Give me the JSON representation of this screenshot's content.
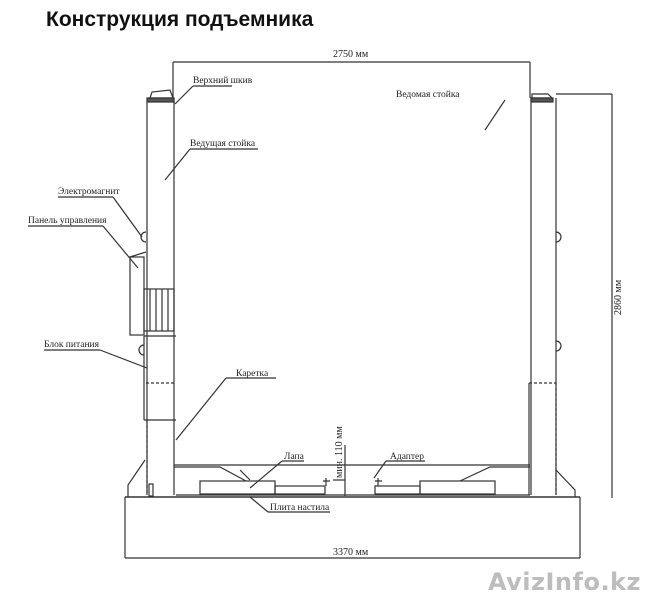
{
  "title": "Конструкция подъемника",
  "dimensions": {
    "width_top": "2750 мм",
    "height_right": "2860 мм",
    "width_bottom": "3370 мм",
    "min_clearance": "мин. 110 мм"
  },
  "labels": {
    "top_pulley": "Верхний шкив",
    "main_post": "Ведущая стойка",
    "slave_post": "Ведомая стойка",
    "electromagnet": "Электромагнит",
    "control_panel": "Панель управления",
    "power_unit": "Блок питания",
    "carriage": "Каретка",
    "arm": "Лапа",
    "adapter": "Адаптер",
    "base_plate": "Плита настила"
  },
  "watermark": "AvizInfo.kz",
  "colors": {
    "line": "#333333",
    "text": "#222222",
    "watermark": "#bdbdbd"
  }
}
